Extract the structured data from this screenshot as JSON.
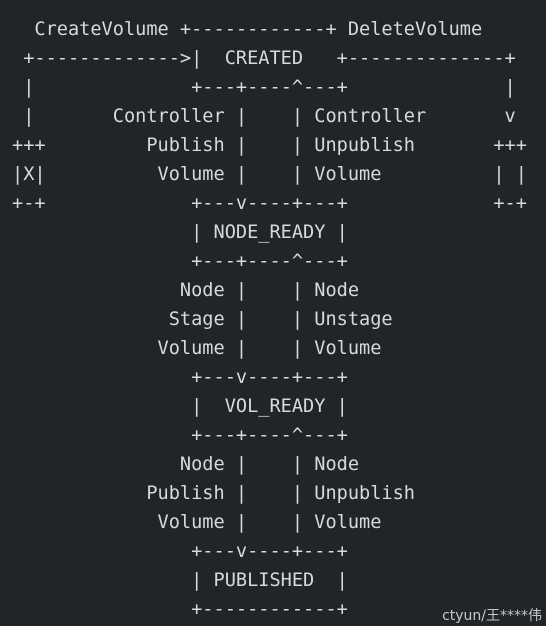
{
  "diagram": {
    "lines": [
      "  CreateVolume +------------+ DeleteVolume",
      " +------------->|  CREATED   +--------------+",
      " |              +---+----^---+              |",
      " |       Controller |    | Controller       v",
      "+++         Publish |    | Unpublish       +++",
      "|X|          Volume |    | Volume          | |",
      "+-+             +---v----+---+             +-+",
      "                | NODE_READY |",
      "                +---+----^---+",
      "               Node |    | Node",
      "              Stage |    | Unstage",
      "             Volume |    | Volume",
      "                +---v----+---+",
      "                |  VOL_READY |",
      "                +---+----^---+",
      "               Node |    | Node",
      "            Publish |    | Unpublish",
      "             Volume |    | Volume",
      "                +---v----+---+",
      "                | PUBLISHED  |",
      "                +------------+"
    ]
  },
  "watermark": "ctyun/王****伟"
}
